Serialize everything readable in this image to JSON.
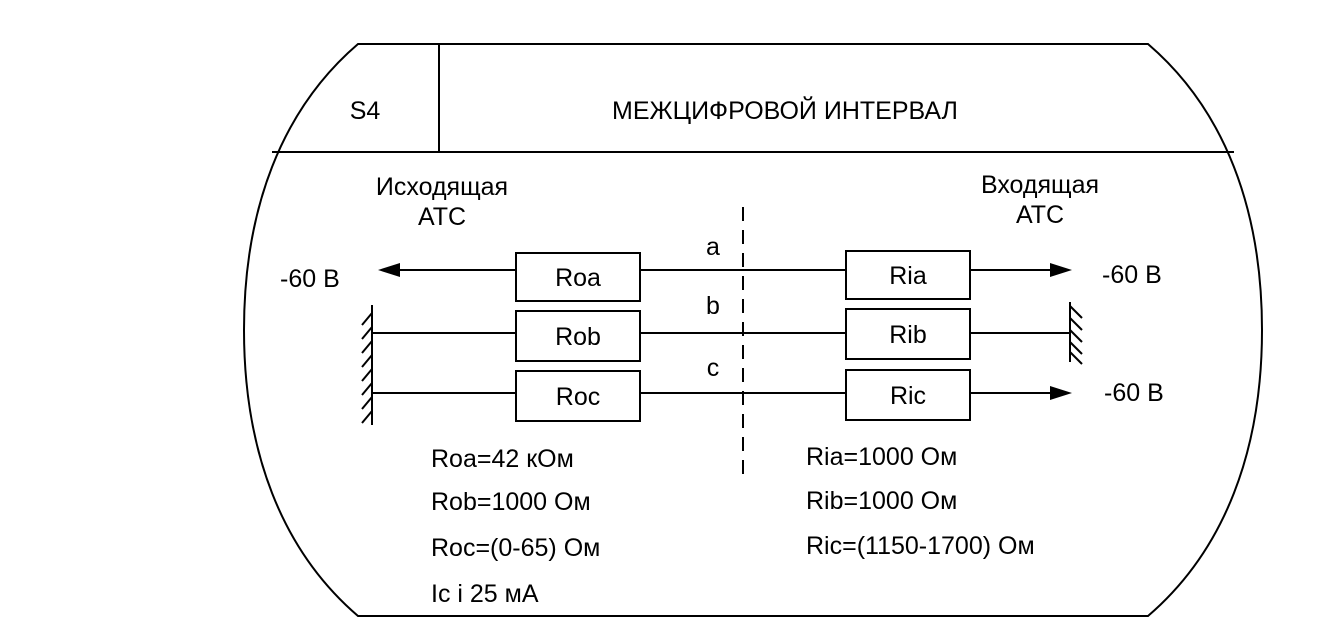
{
  "header": {
    "state_code": "S4",
    "title": "МЕЖЦИФРОВОЙ ИНТЕРВАЛ"
  },
  "outgoing": {
    "title_line1": "Исходящая",
    "title_line2": "АТС",
    "voltage": "-60 В",
    "resistors": [
      "Roa",
      "Rob",
      "Roc"
    ],
    "params": [
      "Roa=42 кОм",
      "Rob=1000 Ом",
      "Roc=(0-65) Ом",
      "Ic i 25 мА"
    ]
  },
  "incoming": {
    "title_line1": "Входящая",
    "title_line2": "АТС",
    "voltage_a": "-60 В",
    "voltage_c": "-60 В",
    "resistors": [
      "Ria",
      "Rib",
      "Ric"
    ],
    "params": [
      "Ria=1000 Ом",
      "Rib=1000 Ом",
      "Ric=(1150-1700) Ом"
    ]
  },
  "wires": [
    "a",
    "b",
    "c"
  ]
}
